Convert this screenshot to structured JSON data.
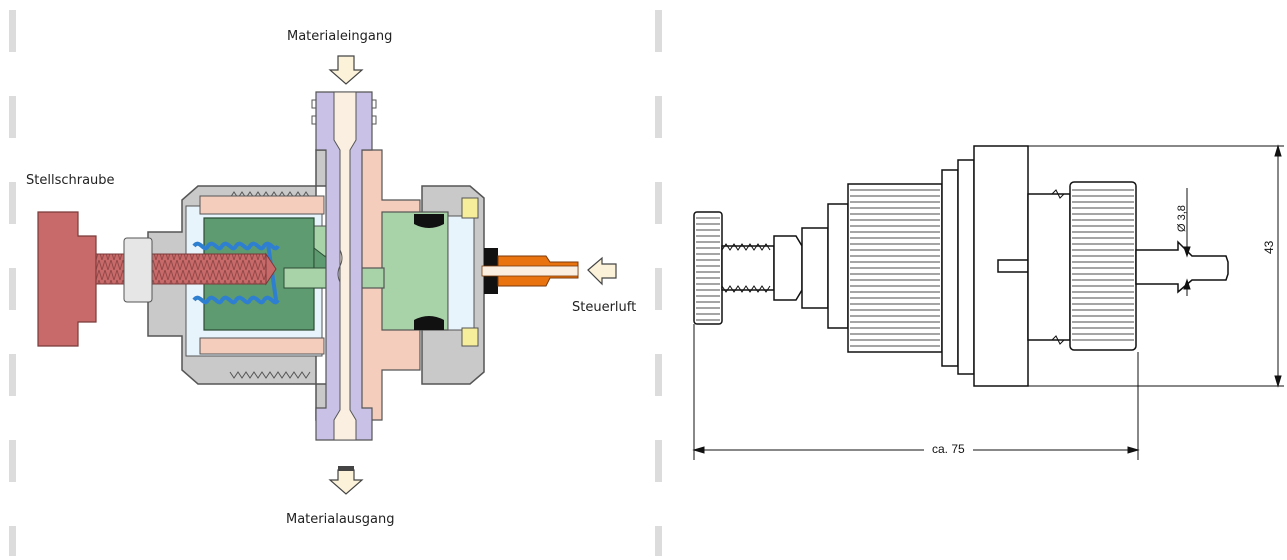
{
  "labels": {
    "material_in": "Materialeingang",
    "material_out": "Materialausgang",
    "adjust_screw": "Stellschraube",
    "control_air": "Steuerluft"
  },
  "dimensions": {
    "length": "ca. 75",
    "height": "43",
    "hose_diameter": "Ø 3,8"
  },
  "colors": {
    "screw": "#c96a6a",
    "housing_grey": "#c9c9c9",
    "housing_dark": "#555555",
    "piston_green": "#5e9b70",
    "piston_light_green": "#a8d2a8",
    "spring_blue": "#2f7fd1",
    "tube_purple": "#c9c2e6",
    "tube_cream": "#fbefe2",
    "pink_part": "#f4cdbd",
    "fitting_orange": "#e8730f",
    "seal_black": "#111111",
    "bearing_yellow": "#f6ee9a",
    "arrow_fill": "#fbf2d9"
  }
}
